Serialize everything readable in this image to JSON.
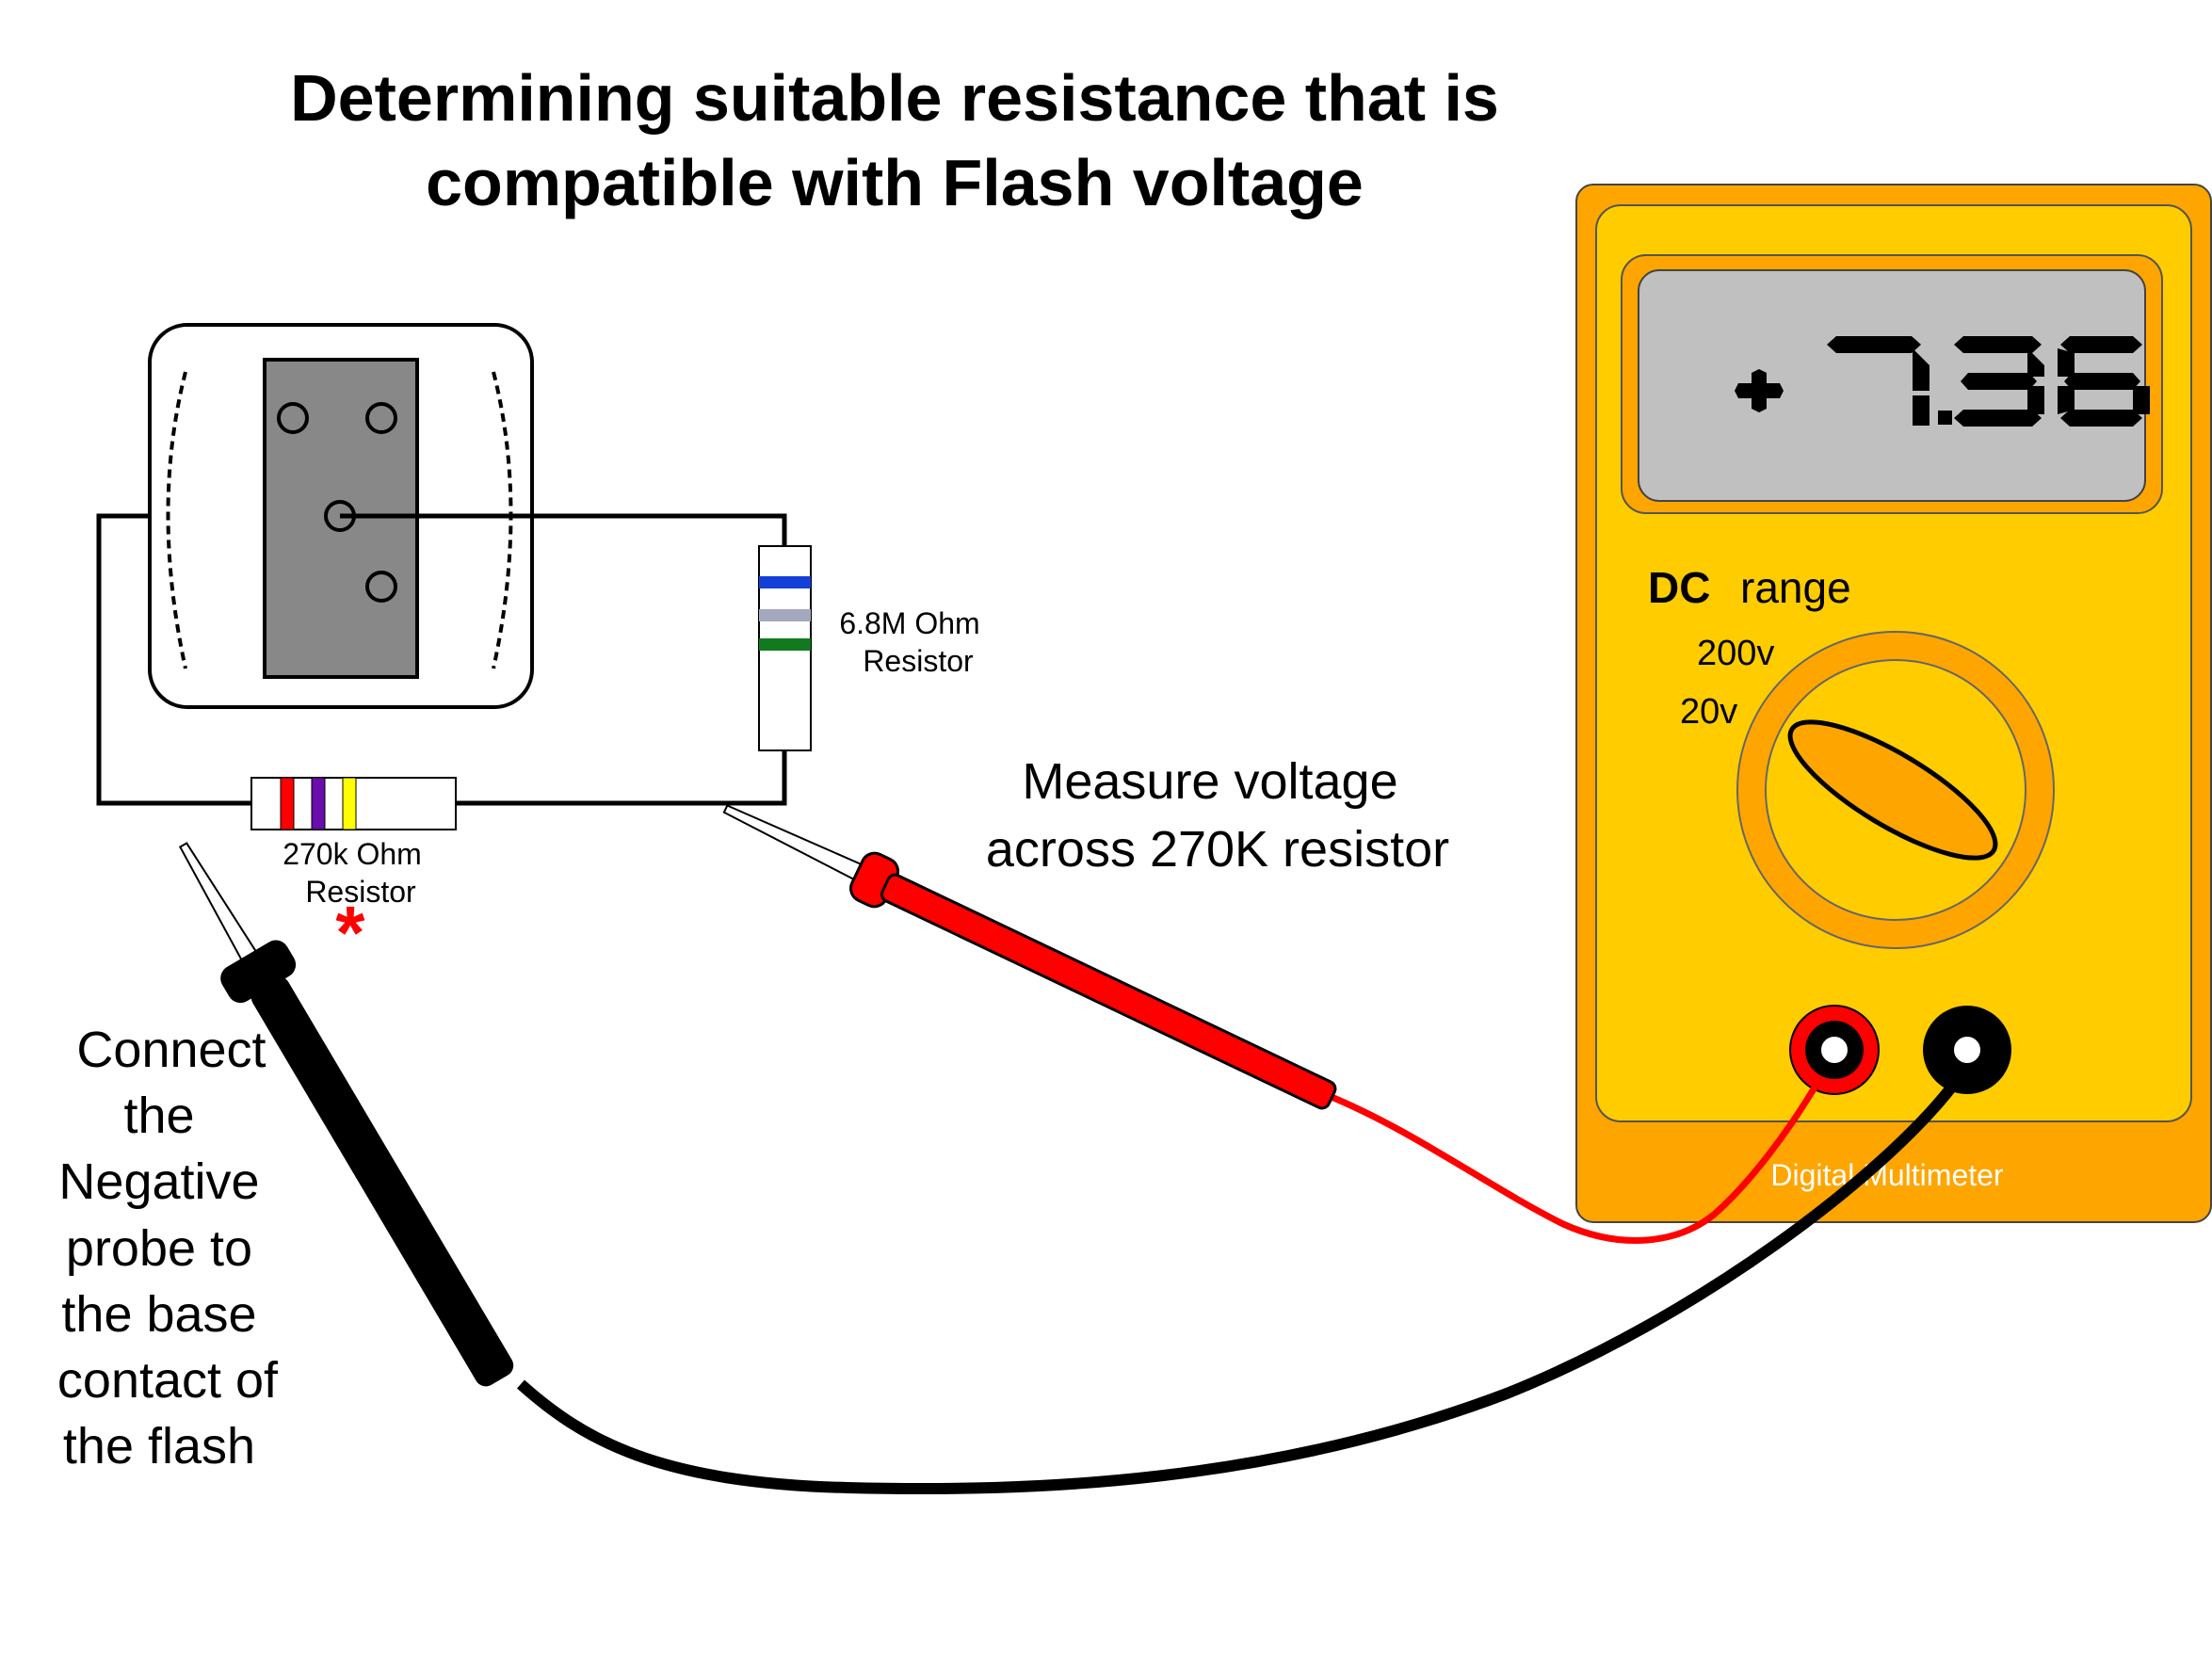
{
  "title": {
    "line1": "Determining suitable resistance that is",
    "line2": "compatible with Flash voltage"
  },
  "resistor_high": {
    "line1": "6.8M Ohm",
    "line2": "Resistor",
    "bands": [
      "#1540d8",
      "#a3a8bf",
      "#117a1e"
    ]
  },
  "resistor_low": {
    "line1": "270k Ohm",
    "line2": "Resistor",
    "bands": [
      "#ff0000",
      "#6a0dad",
      "#ffff00"
    ]
  },
  "asterisk": "*",
  "measure_note": {
    "line1": "Measure voltage",
    "line2": "across 270K resistor"
  },
  "negative_note": {
    "lines": [
      "Connect",
      "the",
      "Negative",
      "probe to",
      "the base",
      "contact of",
      "the flash"
    ]
  },
  "multimeter": {
    "reading_sign": "+",
    "reading": "7.36",
    "dc_label": "DC",
    "range_label": "range",
    "range_options": [
      "200v",
      "20v"
    ],
    "brand_text": "Digital Multimeter",
    "colors": {
      "body": "#ffa500",
      "face": "#ffcc00",
      "lcd": "#c0c0c0",
      "knob": "#ffa500"
    }
  },
  "probe_colors": {
    "positive": "#ff0000",
    "negative": "#000000"
  }
}
